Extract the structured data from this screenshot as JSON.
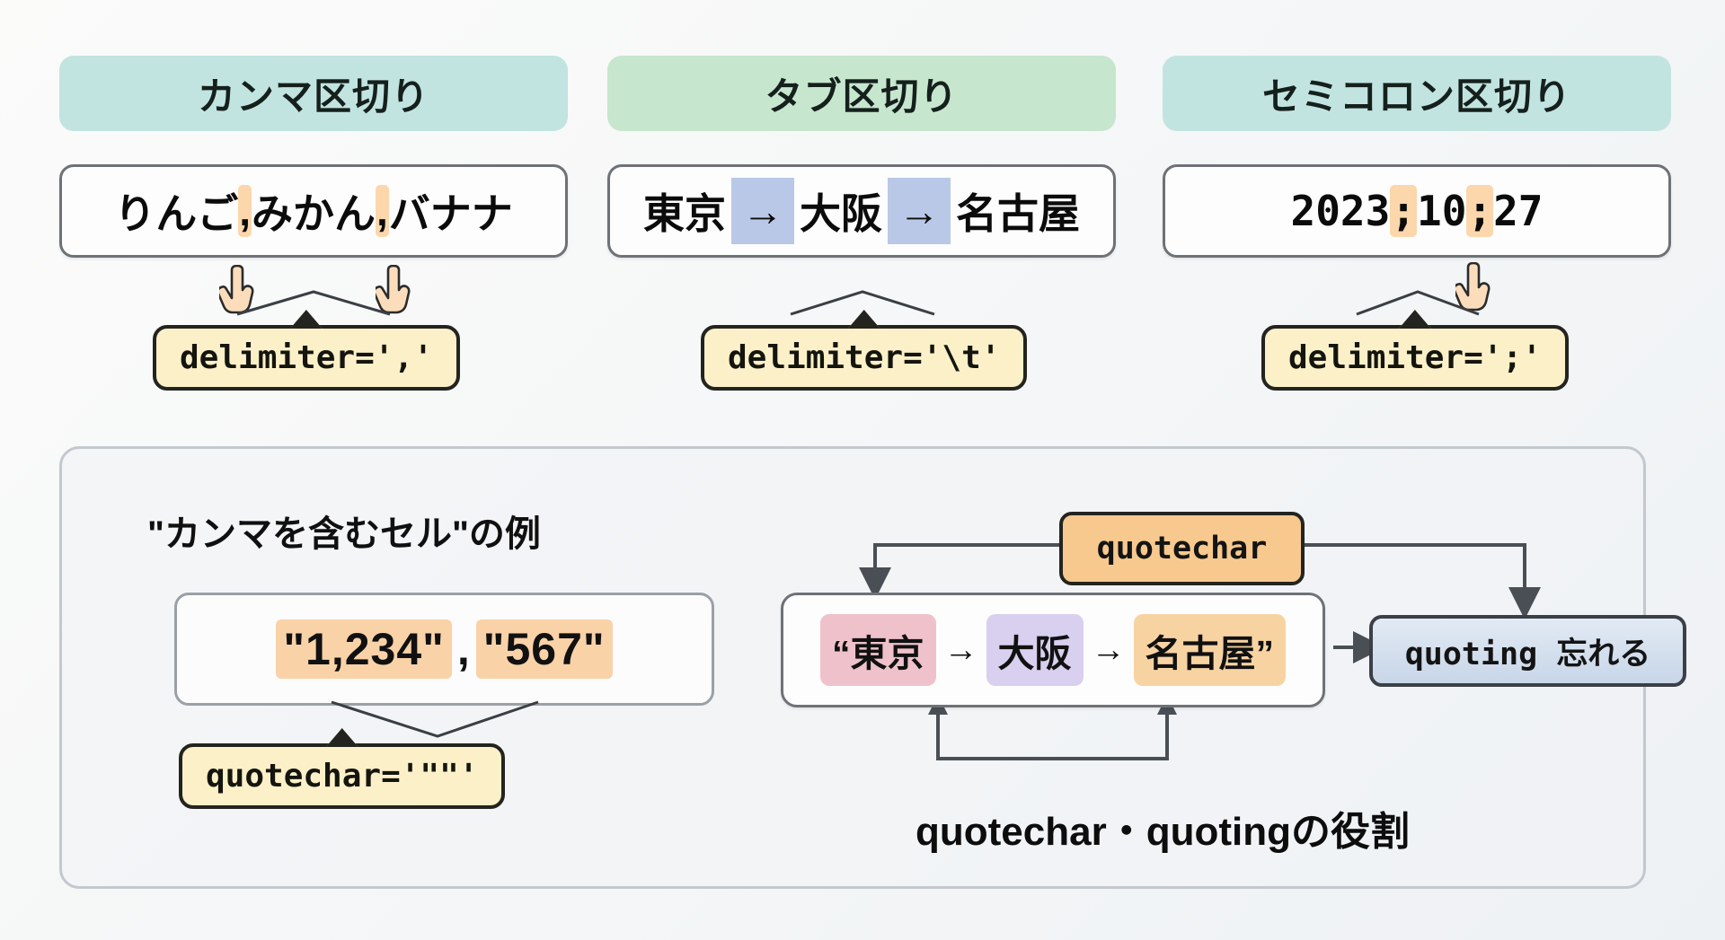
{
  "columns": [
    {
      "header": "カンマ区切り",
      "header_color": "#c2e4e1",
      "sample": {
        "parts": [
          "りんご",
          ",",
          "みかん",
          ",",
          "バナナ"
        ]
      },
      "callout": "delimiter=','",
      "cursor_icon": "pointing-hand-icon"
    },
    {
      "header": "タブ区切り",
      "header_color": "#c6e6ce",
      "sample": {
        "parts": [
          "東京",
          "→",
          "大阪",
          "→",
          "名古屋"
        ]
      },
      "callout": "delimiter='\\t'",
      "tab_highlight_color": "#b9c8e6"
    },
    {
      "header": "セミコロン区切り",
      "header_color": "#c2e4e1",
      "sample": {
        "parts": [
          "2023",
          ";",
          "10",
          ";",
          "27"
        ]
      },
      "callout": "delimiter=';'",
      "cursor_icon": "pointing-hand-icon"
    }
  ],
  "panel": {
    "title": "\"カンマを含むセル\"の例",
    "cell_example": {
      "first": "\"1,234\"",
      "comma": ",",
      "second": "\"567\""
    },
    "cell_callout": "quotechar='\"\"'",
    "flow": {
      "tokens": [
        {
          "text": "“東京",
          "color": "#efc2cb"
        },
        {
          "text": "大阪",
          "color": "#d9cfee"
        },
        {
          "text": "名古屋”",
          "color": "#f8d3a2"
        }
      ],
      "arrow": "→",
      "node_quotechar": "quotechar",
      "node_quoting": "quoting 忘れる"
    },
    "caption": "quotechar・quotingの役割"
  },
  "colors": {
    "highlight_orange": "#fcd7ac",
    "callout_bg": "#fbf0c8",
    "callout_border": "#23241f",
    "node_orange": "#f7c98e",
    "node_blue": "#c8d6e8",
    "wire": "#4a4f55"
  }
}
